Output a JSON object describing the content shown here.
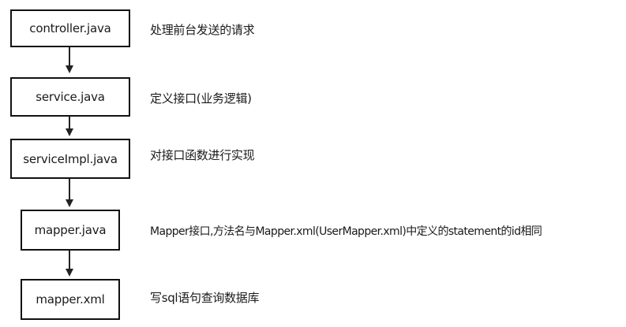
{
  "flow": {
    "nodes": [
      {
        "label": "controller.java",
        "description": "处理前台发送的请求"
      },
      {
        "label": "service.java",
        "description": "定义接口(业务逻辑)"
      },
      {
        "label": "serviceImpl.java",
        "description": "对接口函数进行实现"
      },
      {
        "label": "mapper.java",
        "description": "Mapper接口,方法名与Mapper.xml(UserMapper.xml)中定义的statement的id相同"
      },
      {
        "label": "mapper.xml",
        "description": "写sql语句查询数据库"
      }
    ]
  },
  "colors": {
    "border": "#111111",
    "arrow": "#222222",
    "text": "#1a1a1a"
  }
}
